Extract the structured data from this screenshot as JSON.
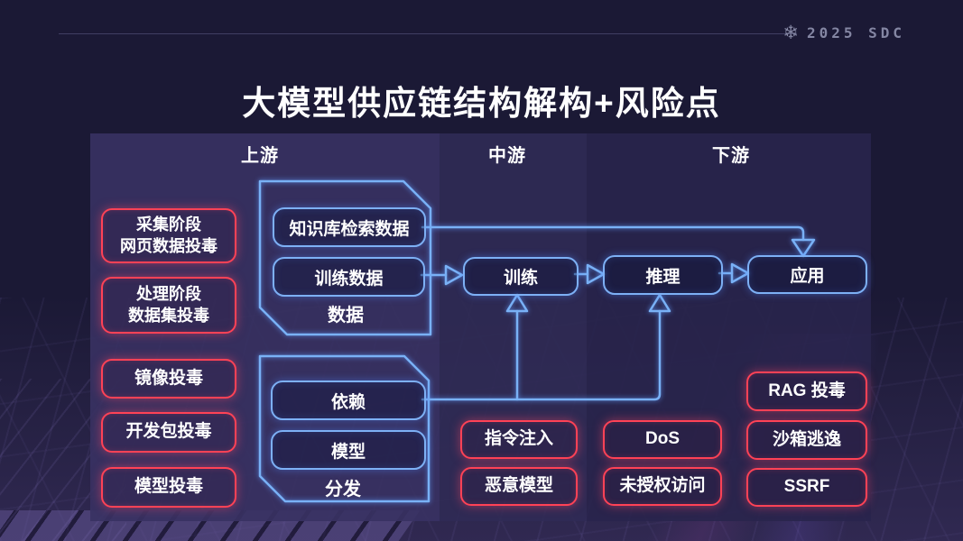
{
  "header": {
    "badge": "2025 SDC",
    "snowflake_glyph": "❄"
  },
  "title": "大模型供应链结构解构+风险点",
  "columns": {
    "upstream": "上游",
    "midstream": "中游",
    "downstream": "下游"
  },
  "nodes": {
    "kb_data": "知识库检索数据",
    "train_data": "训练数据",
    "data_group_label": "数据",
    "dependency": "依赖",
    "model": "模型",
    "distribution_group_label": "分发",
    "training": "训练",
    "inference": "推理",
    "application": "应用"
  },
  "risks": {
    "collection": "采集阶段\n网页数据投毒",
    "processing": "处理阶段\n数据集投毒",
    "mirror": "镜像投毒",
    "dev_package": "开发包投毒",
    "model_poisoning": "模型投毒",
    "prompt_injection": "指令注入",
    "malicious_model": "恶意模型",
    "dos": "DoS",
    "unauthorized_access": "未授权访问",
    "rag_poisoning": "RAG 投毒",
    "sandbox_escape": "沙箱逃逸",
    "ssrf": "SSRF"
  },
  "colors": {
    "background": "#1b1935",
    "panel_upstream": "#383263",
    "panel_midstream": "#302b55",
    "panel_downstream": "#29254c",
    "accent_blue": "#79b1f6",
    "accent_red": "#ff4256",
    "text": "#ffffff",
    "badge_text": "#8486a3"
  }
}
